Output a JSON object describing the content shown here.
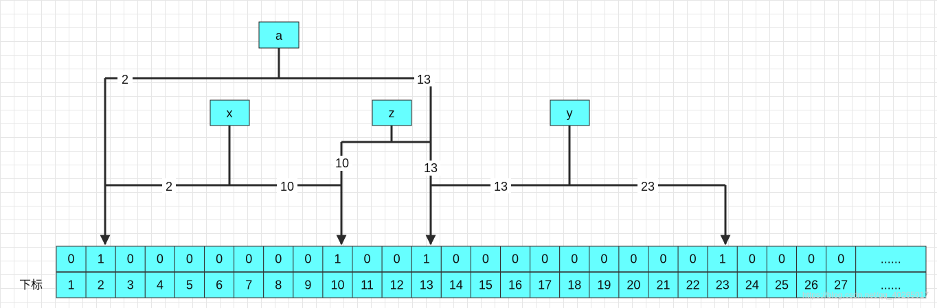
{
  "nodes": [
    {
      "id": "a",
      "label": "a"
    },
    {
      "id": "x",
      "label": "x"
    },
    {
      "id": "z",
      "label": "z"
    },
    {
      "id": "y",
      "label": "y"
    }
  ],
  "edge_labels": [
    {
      "from": "a",
      "to": "2",
      "text": "2"
    },
    {
      "from": "a",
      "to": "13",
      "text": "13"
    },
    {
      "from": "x",
      "to": "2",
      "text": "2"
    },
    {
      "from": "x",
      "to": "10",
      "text": "10"
    },
    {
      "from": "z",
      "to": "10",
      "text": "10"
    },
    {
      "from": "z",
      "to": "13",
      "text": "13"
    },
    {
      "from": "y",
      "to": "13",
      "text": "13"
    },
    {
      "from": "y",
      "to": "23",
      "text": "23"
    }
  ],
  "array": {
    "bits": [
      "0",
      "1",
      "0",
      "0",
      "0",
      "0",
      "0",
      "0",
      "0",
      "1",
      "0",
      "0",
      "1",
      "0",
      "0",
      "0",
      "0",
      "0",
      "0",
      "0",
      "0",
      "0",
      "1",
      "0",
      "0",
      "0",
      "0"
    ],
    "indices": [
      "1",
      "2",
      "3",
      "4",
      "5",
      "6",
      "7",
      "8",
      "9",
      "10",
      "11",
      "12",
      "13",
      "14",
      "15",
      "16",
      "17",
      "18",
      "19",
      "20",
      "21",
      "22",
      "23",
      "24",
      "25",
      "26",
      "27"
    ],
    "ellipsis": "......",
    "index_row_label": "下标"
  },
  "watermark": "https://blog.csdn.net/qq_40265017",
  "colors": {
    "cell_fill": "#66ffff",
    "grid": "#e6e6e6",
    "line": "#2b2b2b"
  }
}
